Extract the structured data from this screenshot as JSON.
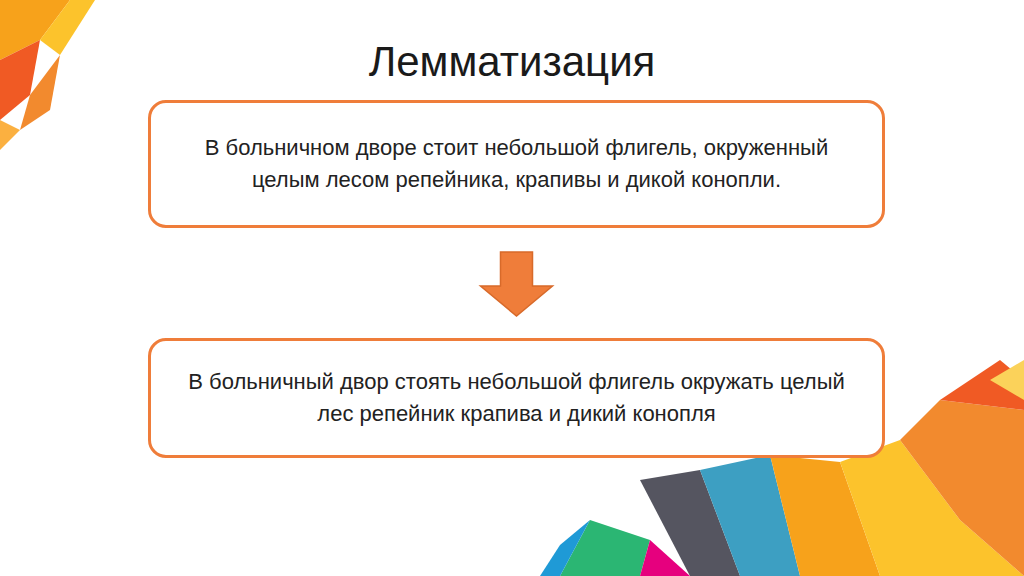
{
  "diagram": {
    "title": "Лемматизация",
    "nodes": [
      {
        "text": [
          "В больничном дворе стоит небольшой флигель, окруженный целым лесом репейника, крапивы и дикой конопли."
        ]
      },
      {
        "text": [
          "В больничный двор стоять небольшой флигель окружать целый лес репейник крапива и дикий конопля"
        ]
      }
    ],
    "edges": [
      {
        "from": 0,
        "to": 1,
        "arrow": "to"
      }
    ]
  }
}
